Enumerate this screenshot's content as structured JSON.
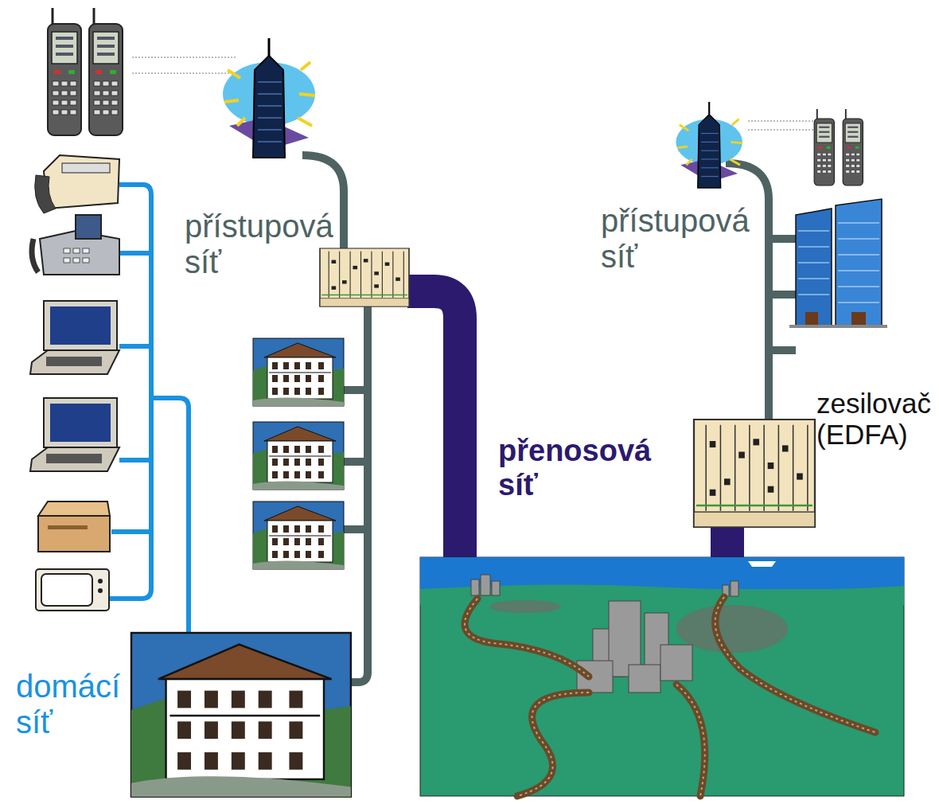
{
  "diagram": {
    "labels": [
      "přístupová síť",
      "přenosová síť",
      "přístupová síť",
      "zesilovač (EDFA)",
      "domácí síť"
    ]
  }
}
